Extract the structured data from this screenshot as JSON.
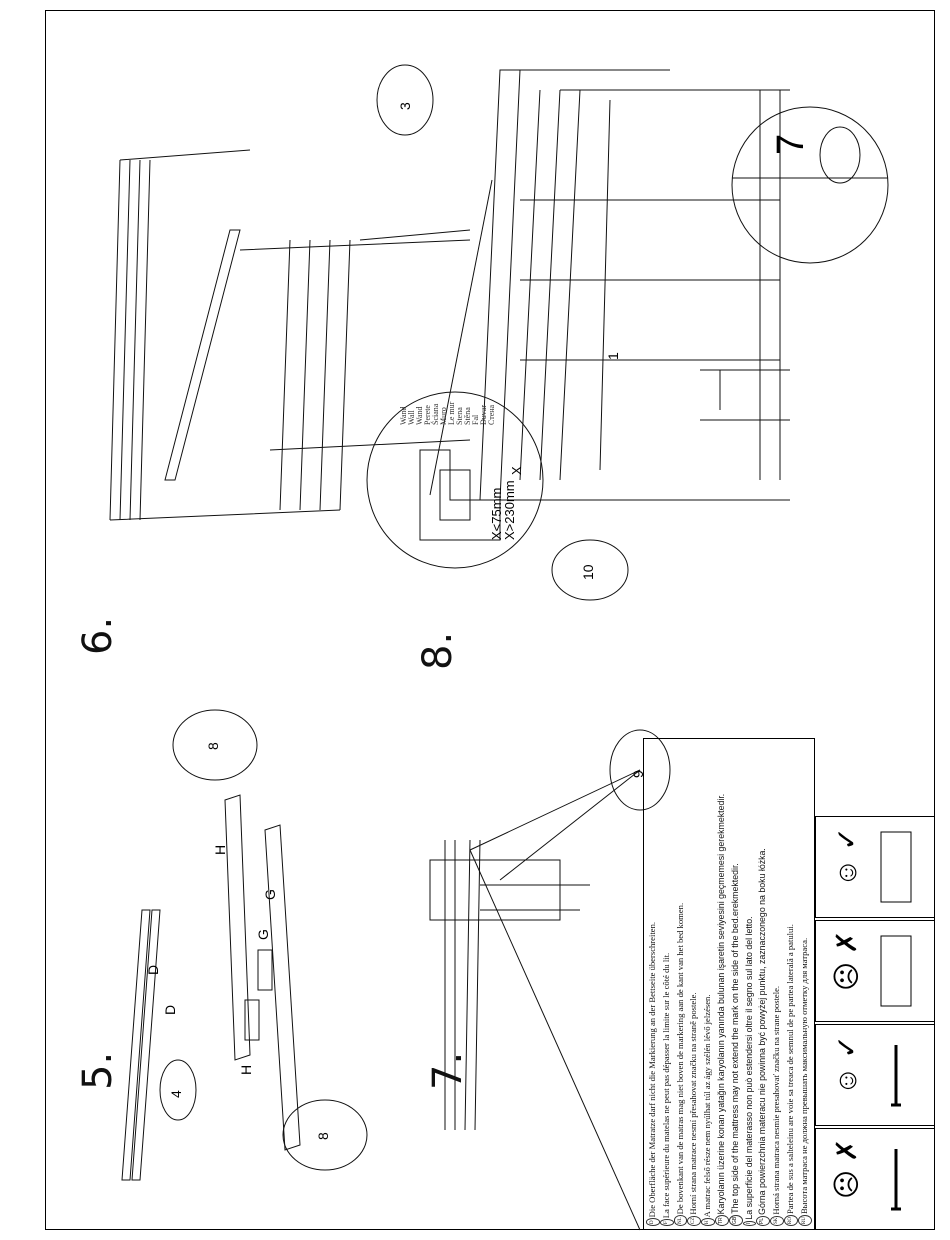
{
  "steps": [
    "5.",
    "6.",
    "7.",
    "8."
  ],
  "callouts": {
    "screw_3": "3",
    "screw_4": "4",
    "screw_8a": "8",
    "screw_8b": "8",
    "screw_9": "9",
    "screw_10": "10",
    "mark_7": "7",
    "mark_1": "1",
    "parts": [
      "D",
      "D",
      "H",
      "H",
      "G",
      "G"
    ]
  },
  "wall_labels": [
    "Wand",
    "Wall",
    "Wand",
    "Perete",
    "Ściana",
    "Muro",
    "Le mur",
    "Stena",
    "Stěna",
    "Fal",
    "Duvar",
    "Стена"
  ],
  "clearance": {
    "x_label": "X",
    "rule1": "X<75mm",
    "rule2": "X>230mm"
  },
  "notice": [
    {
      "code": "D",
      "text": "Die Oberfläche der Matratze darf nicht die Markierung an der Bettseite überschreiten."
    },
    {
      "code": "F",
      "text": "La face supérieure du matelas ne peut pas dépasser la limite sur le côté du lit."
    },
    {
      "code": "NL",
      "text": "De bovenkant van de matras mag niet boven de markering aan de kant van het bed komen."
    },
    {
      "code": "CZ",
      "text": "Horní strana matrace nesmí přesahovat značku na straně postele."
    },
    {
      "code": "H",
      "text": "A matrac felső része nem nyúlhat túl az ágy szélén lévő jelzésen."
    },
    {
      "code": "TR",
      "text": "Karyolanın üzerine konan yatağın karyolanın yanında bulunan işaretin seviyesini geçmemesi gerekmektedir."
    },
    {
      "code": "GB",
      "text": "The top side of the mattress may not extend the mark on the side of the bed.erekmektedir."
    },
    {
      "code": "I",
      "text": "La superficie del materasso non può estendersi oltre il segno sul lato del letto."
    },
    {
      "code": "PL",
      "text": "Górna powierzchnia materacu nie powinna być powyżej punktu, zaznaczonego na boku łóżka."
    },
    {
      "code": "SK",
      "text": "Horná strana matraca nesmie presahovať značku na strane postele."
    },
    {
      "code": "RO",
      "text": "Partea de sus a salteleinu are voie sa treaca de semnul de pe partea laterală a patului."
    },
    {
      "code": "RU",
      "text": "Высота матраса не должна превышать максимальную отметку для матраса."
    }
  ]
}
